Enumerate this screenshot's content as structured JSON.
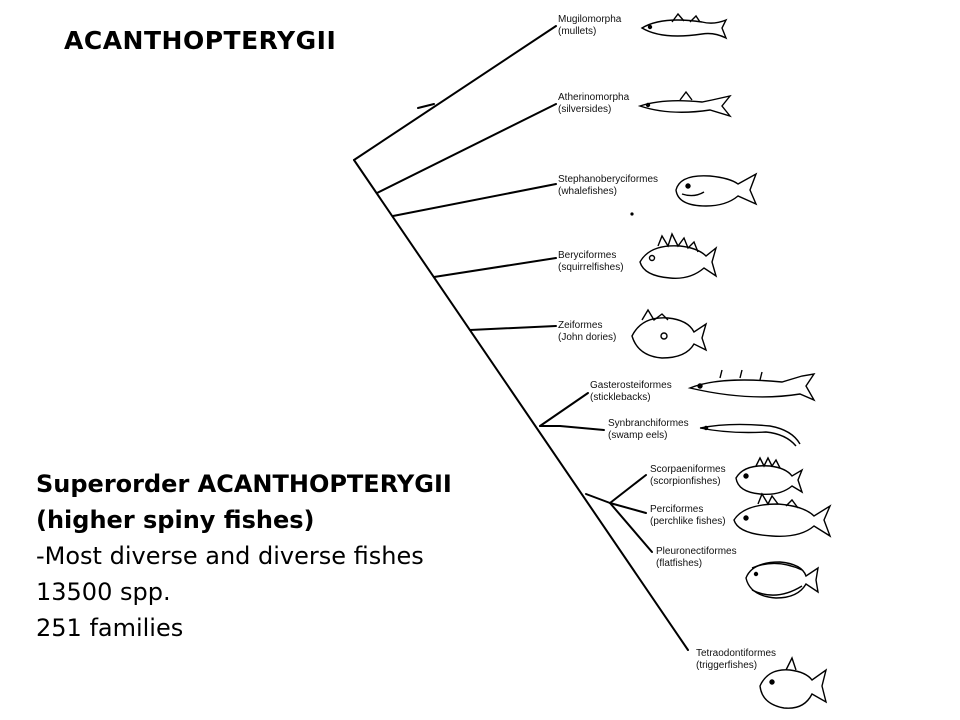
{
  "title": "ACANTHOPTERYGII",
  "info": {
    "line1": "Superorder ACANTHOPTERYGII",
    "line2": "(higher spiny fishes)",
    "line3": "-Most diverse and diverse fishes",
    "line4": "13500 spp.",
    "line5": "251 families"
  },
  "taxa": [
    {
      "name": "Mugilomorpha",
      "common": "(mullets)"
    },
    {
      "name": "Atherinomorpha",
      "common": "(silversides)"
    },
    {
      "name": "Stephanoberyciformes",
      "common": "(whalefishes)"
    },
    {
      "name": "Beryciformes",
      "common": "(squirrelfishes)"
    },
    {
      "name": "Zeiformes",
      "common": "(John dories)"
    },
    {
      "name": "Gasterosteiformes",
      "common": "(sticklebacks)"
    },
    {
      "name": "Synbranchiformes",
      "common": "(swamp eels)"
    },
    {
      "name": "Scorpaeniformes",
      "common": "(scorpionfishes)"
    },
    {
      "name": "Perciformes",
      "common": "(perchlike fishes)"
    },
    {
      "name": "Pleuronectiformes",
      "common": "(flatfishes)"
    },
    {
      "name": "Tetraodontiformes",
      "common": "(triggerfishes)"
    }
  ]
}
